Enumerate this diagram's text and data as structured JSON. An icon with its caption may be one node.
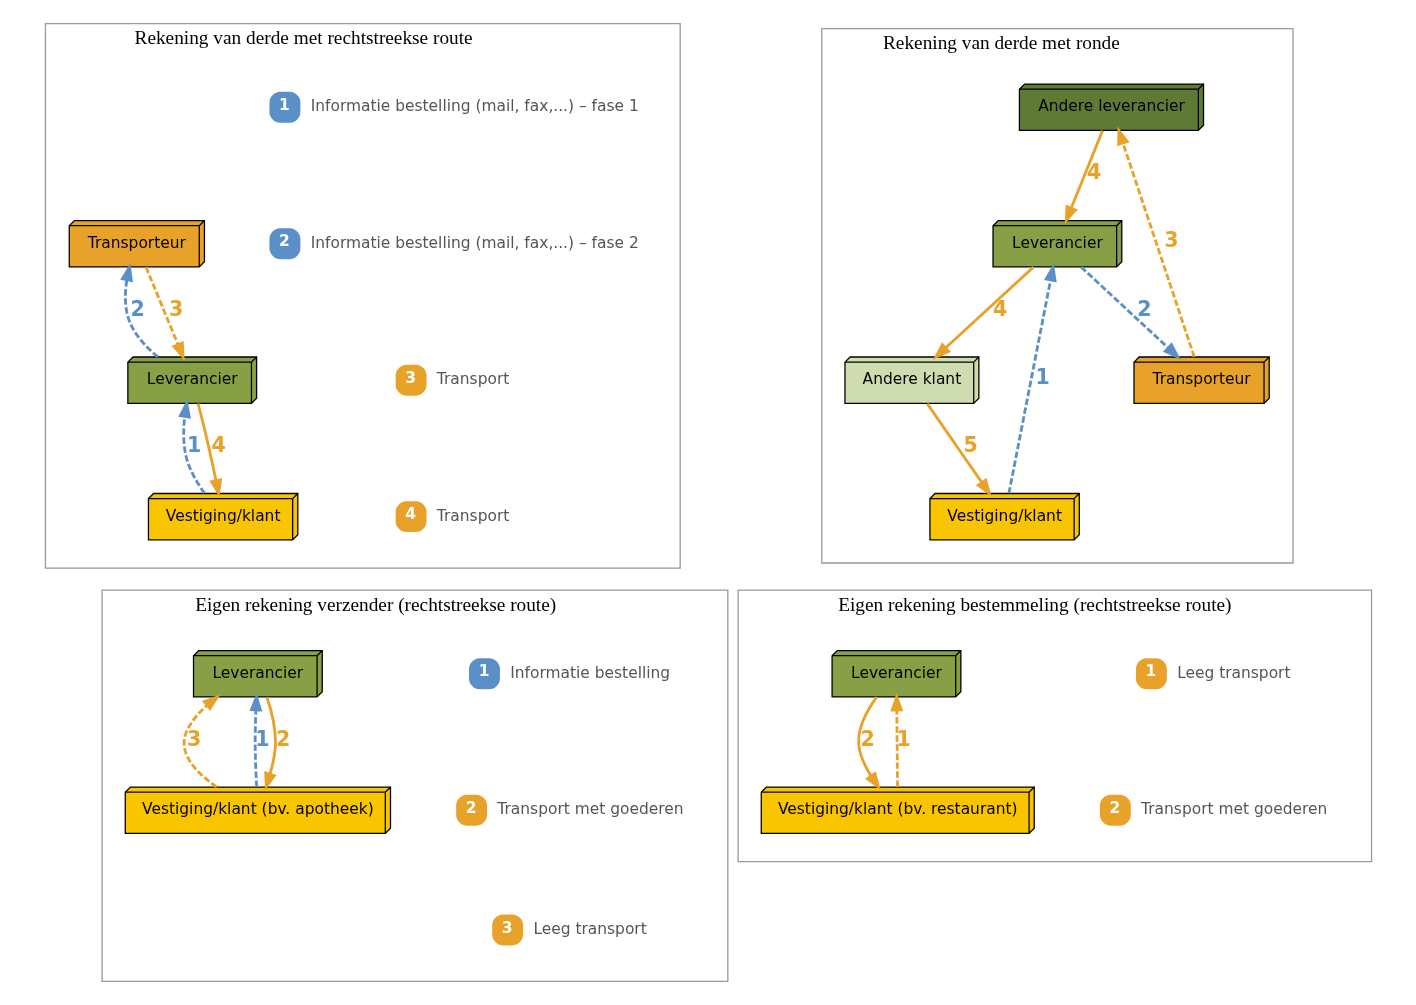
{
  "diagram": {
    "nodes": [
      {
        "text": [
          "Rekening van derde met rechtstreekse route"
        ]
      },
      {
        "text": [
          "Transporteur"
        ],
        "in": 0
      },
      {
        "text": [
          "Leverancier"
        ],
        "in": 0
      },
      {
        "text": [
          "Vestiging/klant"
        ],
        "in": 0
      },
      {
        "text": [
          "1"
        ],
        "beside": [
          "Informatie bestelling (mail, fax,...) – fase 1"
        ],
        "in": 0
      },
      {
        "text": [
          "2"
        ],
        "beside": [
          "Informatie bestelling (mail, fax,...) – fase 2"
        ],
        "in": 0
      },
      {
        "text": [
          "3"
        ],
        "beside": [
          "Transport"
        ],
        "in": 0
      },
      {
        "text": [
          "4"
        ],
        "beside": [
          "Transport"
        ],
        "in": 0
      },
      {
        "text": [
          "Rekening van derde met ronde"
        ]
      },
      {
        "text": [
          "Andere leverancier"
        ],
        "in": 8
      },
      {
        "text": [
          "Transporteur"
        ],
        "in": 8
      },
      {
        "text": [
          "Leverancier"
        ],
        "in": 8
      },
      {
        "text": [
          "Andere klant"
        ],
        "in": 8
      },
      {
        "text": [
          "Vestiging/klant"
        ],
        "in": 8
      },
      {
        "text": [
          "Eigen rekening verzender (rechtstreekse route)"
        ]
      },
      {
        "text": [
          "Leverancier"
        ],
        "in": 14
      },
      {
        "text": [
          "Vestiging/klant (bv. apotheek)"
        ],
        "in": 14
      },
      {
        "text": [
          "1"
        ],
        "beside": [
          "Informatie bestelling"
        ],
        "in": 14
      },
      {
        "text": [
          "2"
        ],
        "beside": [
          "Transport met goederen"
        ],
        "in": 14
      },
      {
        "text": [
          "3"
        ],
        "beside": [
          "Leeg transport"
        ],
        "in": 14
      },
      {
        "text": [
          "Eigen rekening bestemmeling (rechtstreekse route)"
        ]
      },
      {
        "text": [
          "Leverancier"
        ],
        "in": 20
      },
      {
        "text": [
          "Vestiging/klant (bv. restaurant)"
        ],
        "in": 20
      },
      {
        "text": [
          "1"
        ],
        "beside": [
          "Leeg transport"
        ],
        "in": 20
      },
      {
        "text": [
          "2"
        ],
        "beside": [
          "Transport met goederen"
        ],
        "in": 20
      }
    ],
    "edges": [
      {
        "from": 2,
        "to": 1,
        "arrow": "to",
        "label": "2",
        "style": "dashed",
        "color": "#5b8fc7"
      },
      {
        "from": 1,
        "to": 2,
        "arrow": "to",
        "label": "3",
        "style": "dashed"
      },
      {
        "from": 2,
        "to": 3,
        "arrow": "to",
        "label": "4"
      },
      {
        "from": 3,
        "to": 2,
        "arrow": "to",
        "label": "1",
        "style": "dashed",
        "color": "#5b8fc7"
      },
      {
        "from": 10,
        "to": 9,
        "arrow": "to",
        "label": "3",
        "style": "dashed"
      },
      {
        "from": 9,
        "to": 11,
        "arrow": "to",
        "label": "4"
      },
      {
        "from": 11,
        "to": 10,
        "arrow": "to",
        "label": "2",
        "style": "dashed",
        "color": "#5b8fc7"
      },
      {
        "from": 11,
        "to": 12,
        "arrow": "to",
        "label": "4"
      },
      {
        "from": 12,
        "to": 13,
        "arrow": "to",
        "label": "5"
      },
      {
        "from": 13,
        "to": 11,
        "arrow": "to",
        "label": "1",
        "style": "dashed",
        "color": "#5b8fc7"
      },
      {
        "from": 15,
        "to": 16,
        "arrow": "to",
        "label": "2"
      },
      {
        "from": 16,
        "to": 15,
        "arrow": "to",
        "label": "3",
        "style": "dashed"
      },
      {
        "from": 16,
        "to": 15,
        "arrow": "to",
        "label": "1",
        "style": "dashed",
        "color": "#5b8fc7"
      },
      {
        "from": 21,
        "to": 22,
        "arrow": "to",
        "label": "2"
      },
      {
        "from": 22,
        "to": 21,
        "arrow": "to",
        "label": "1",
        "style": "dashed"
      }
    ]
  }
}
